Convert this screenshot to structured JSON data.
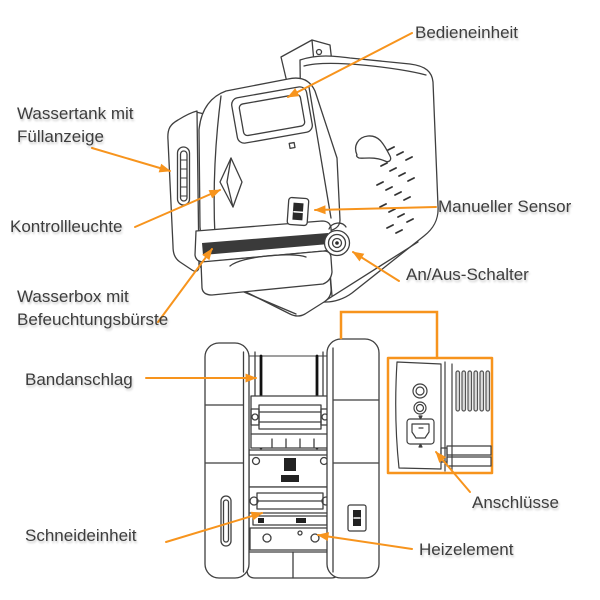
{
  "diagram": {
    "labels": {
      "bedieneinheit": "Bedieneinheit",
      "wassertank": "Wassertank mit\nFüllanzeige",
      "kontrollleuchte": "Kontrollleuchte",
      "manueller_sensor": "Manueller Sensor",
      "an_aus_schalter": "An/Aus-Schalter",
      "wasserbox": "Wasserbox mit\nBefeuchtungsbürste",
      "bandanschlag": "Bandanschlag",
      "anschluesse": "Anschlüsse",
      "schneideinheit": "Schneideinheit",
      "heizelement": "Heizelement"
    },
    "colors": {
      "accent": "#F7941D",
      "line_art": "#3F3F3F",
      "label_text": "#3D3D3D",
      "background": "#FFFFFF"
    }
  }
}
